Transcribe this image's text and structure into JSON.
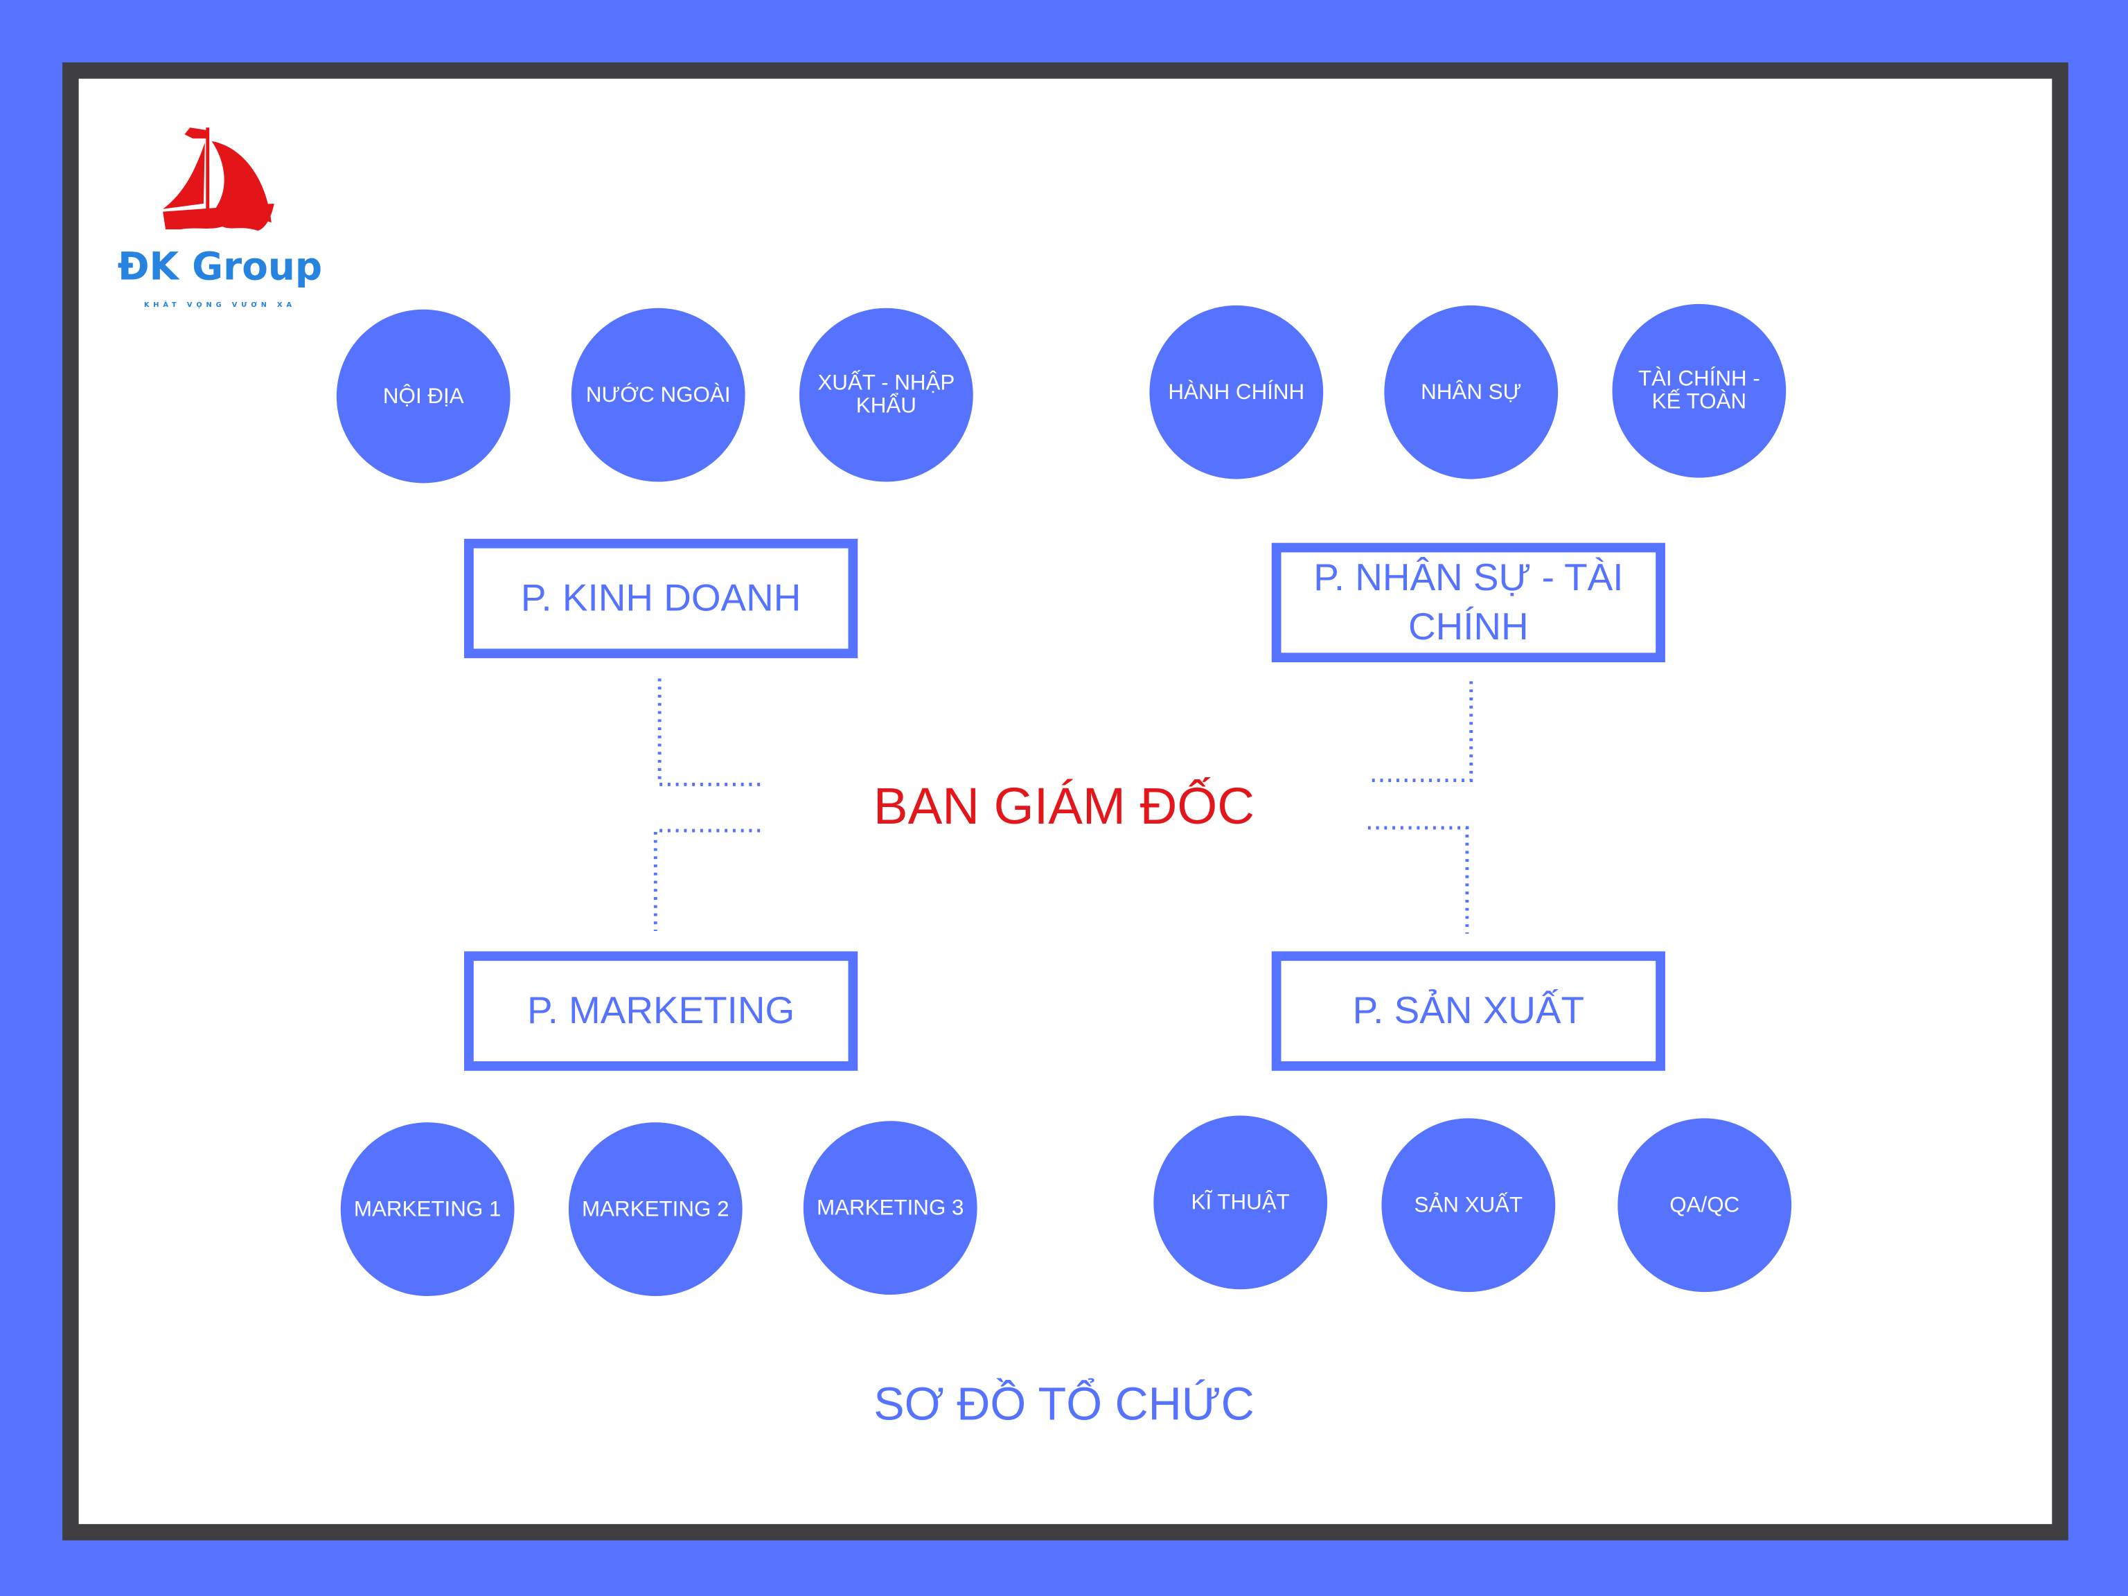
{
  "logo": {
    "brand": "ĐK Group",
    "slogan": "KHÁT VỌNG VƯƠN XA",
    "colors": {
      "boat": "#e31519",
      "text": "#2684e0"
    }
  },
  "center": {
    "label": "BAN GIÁM ĐỐC",
    "color": "#e3161b"
  },
  "departments": [
    {
      "label": "P. KINH DOANH",
      "units": [
        "NỘI ĐỊA",
        "NƯỚC NGOÀI",
        "XUẤT - NHẬP KHẨU"
      ]
    },
    {
      "label": "P. NHÂN SỰ - TÀI CHÍNH",
      "units": [
        "HÀNH CHÍNH",
        "NHÂN SỰ",
        "TÀI CHÍNH - KẾ TOÀN"
      ]
    },
    {
      "label": "P. MARKETING",
      "units": [
        "MARKETING 1",
        "MARKETING 2",
        "MARKETING 3"
      ]
    },
    {
      "label": "P. SẢN XUẤT",
      "units": [
        "KĨ THUẬT",
        "SẢN XUẤT",
        "QA/QC"
      ]
    }
  ],
  "footer": {
    "title": "SƠ ĐỒ TỔ CHỨC"
  },
  "colors": {
    "accent": "#5573ff",
    "frame": "#3f3f42"
  }
}
